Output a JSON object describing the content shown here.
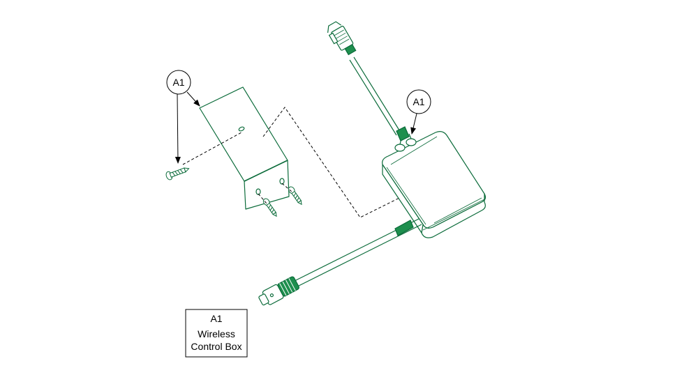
{
  "colors": {
    "part_line": "#0b6b3a",
    "part_fill": "#ffffff",
    "accent_green": "#1e8f4e",
    "ink": "#000000"
  },
  "callouts": [
    {
      "id": "bracket",
      "label": "A1"
    },
    {
      "id": "control-box",
      "label": "A1"
    }
  ],
  "legend": {
    "code": "A1",
    "line1": "Wireless",
    "line2": "Control Box"
  }
}
